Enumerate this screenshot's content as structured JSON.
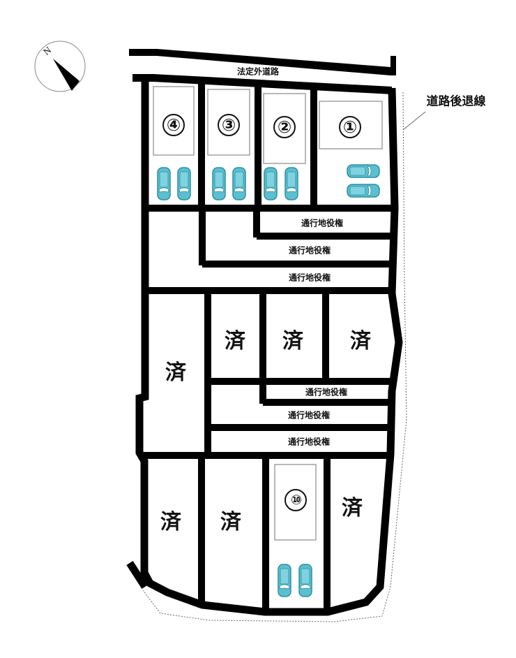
{
  "compass": {
    "icon": "north-arrow-icon",
    "label": "N"
  },
  "roads": {
    "top_road": "法定外道路",
    "setback_label": "道路後退線"
  },
  "easements": [
    {
      "label": "通行地役権"
    },
    {
      "label": "通行地役権"
    },
    {
      "label": "通行地役権"
    },
    {
      "label": "通行地役権"
    },
    {
      "label": "通行地役権"
    },
    {
      "label": "通行地役権"
    }
  ],
  "lots": [
    {
      "id": "1",
      "label": "①",
      "status": "available",
      "parking": 2,
      "car_orientation": "horizontal"
    },
    {
      "id": "2",
      "label": "②",
      "status": "available",
      "parking": 2,
      "car_orientation": "vertical"
    },
    {
      "id": "3",
      "label": "③",
      "status": "available",
      "parking": 2,
      "car_orientation": "vertical"
    },
    {
      "id": "4",
      "label": "④",
      "status": "available",
      "parking": 2,
      "car_orientation": "vertical"
    },
    {
      "id": "5",
      "label": "済",
      "status": "sold"
    },
    {
      "id": "6",
      "label": "済",
      "status": "sold"
    },
    {
      "id": "7",
      "label": "済",
      "status": "sold"
    },
    {
      "id": "8",
      "label": "済",
      "status": "sold"
    },
    {
      "id": "9",
      "label": "済",
      "status": "sold"
    },
    {
      "id": "10",
      "label": "⑩",
      "status": "available",
      "parking": 2,
      "car_orientation": "vertical"
    },
    {
      "id": "11",
      "label": "済",
      "status": "sold"
    },
    {
      "id": "12",
      "label": "済",
      "status": "sold"
    }
  ],
  "colors": {
    "wall": "#000000",
    "car": "#5bbfcf",
    "car_outline": "#2f8fa0",
    "house_outline": "#8a8a8a",
    "setback_line": "#777777"
  }
}
